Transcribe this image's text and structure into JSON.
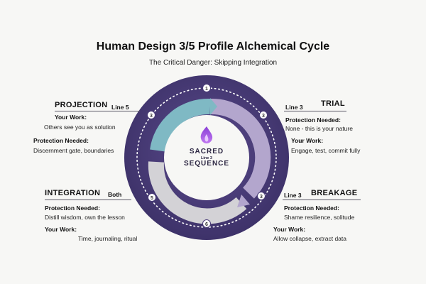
{
  "title": "Human Design 3/5 Profile Alchemical Cycle",
  "subtitle": "The Critical Danger: Skipping Integration",
  "center": {
    "line1": "SACRED",
    "small": "Line 3",
    "line2": "SEQUENCE",
    "icon": "flame-icon"
  },
  "markers": [
    "1",
    "3",
    "3",
    "3",
    "6",
    "5"
  ],
  "projection": {
    "heading": "PROJECTION",
    "line": "Line 5",
    "work_label": "Your Work:",
    "work_text": "Others see you as solution",
    "protection_label": "Protection Needed:",
    "protection_text": "Discernment gate, boundaries"
  },
  "trial": {
    "heading": "TRIAL",
    "line": "Line 3",
    "protection_label": "Protection Needed:",
    "protection_text": "None - this is your nature",
    "work_label": "Your Work:",
    "work_text": "Engage,  test, commit fully"
  },
  "integration": {
    "heading": "INTEGRATION",
    "line": "Both",
    "protection_label": "Protection Needed:",
    "protection_text": "Distill wisdom, own the lesson",
    "work_label": "Your Work:",
    "work_text": "Time, journaling,  ritual"
  },
  "breakage": {
    "heading": "BREAKAGE",
    "line": "Line 3",
    "protection_label": "Protection Needed:",
    "protection_text": "Shame  resilience, solitude",
    "work_label": "Your Work:",
    "work_text": "Allow collapse, extract data"
  },
  "colors": {
    "outer_ring": "#4a3d78",
    "teal_arc": "#7fb9c4",
    "lavender_arc": "#b3a6cd",
    "grey_arc": "#d3d2d6",
    "flame": "#a15be0"
  }
}
